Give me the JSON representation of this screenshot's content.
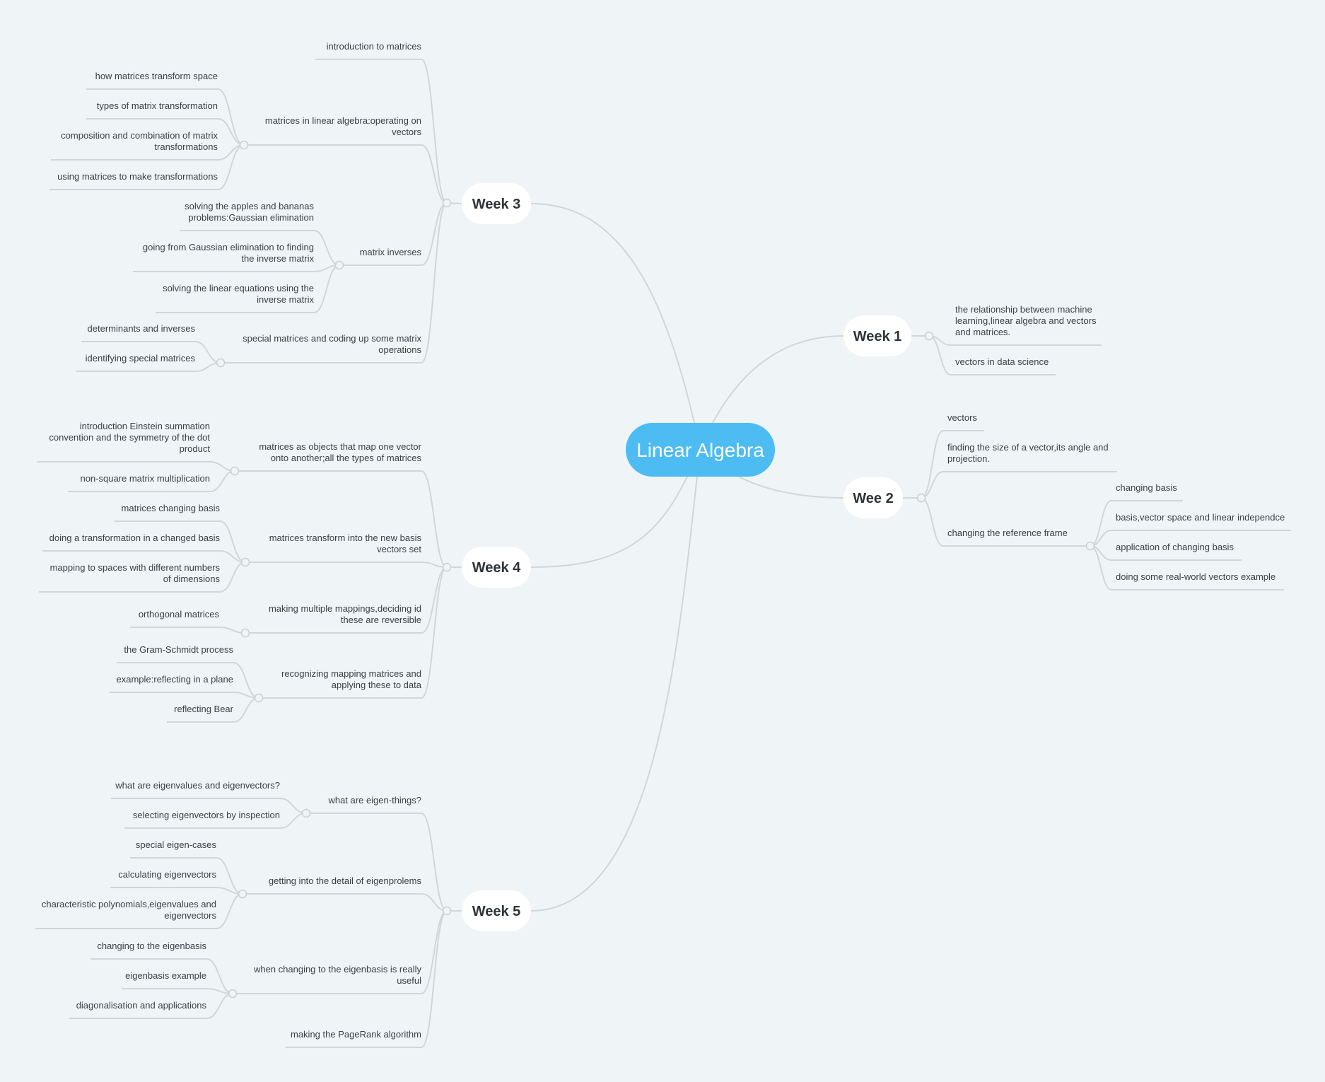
{
  "root": {
    "label": "Linear Algebra"
  },
  "colors": {
    "background": "#eff4f7",
    "root": "#4cbcf3",
    "line": "#d2d6d9",
    "text": "#3c3f44"
  },
  "branches": [
    {
      "key": "week3",
      "label": "Week 3",
      "children": [
        {
          "key": "w3-intro",
          "lines": [
            "introduction to matrices"
          ]
        },
        {
          "key": "w3-operating",
          "lines": [
            "matrices in linear algebra:operating on",
            "vectors"
          ],
          "children": [
            {
              "key": "w3-op-1",
              "lines": [
                "how matrices transform space"
              ]
            },
            {
              "key": "w3-op-2",
              "lines": [
                "types of matrix transformation"
              ]
            },
            {
              "key": "w3-op-3",
              "lines": [
                "composition and combination of matrix",
                "transformations"
              ]
            },
            {
              "key": "w3-op-4",
              "lines": [
                "using matrices to make transformations"
              ]
            }
          ]
        },
        {
          "key": "w3-inverses",
          "lines": [
            "matrix inverses"
          ],
          "children": [
            {
              "key": "w3-inv-1",
              "lines": [
                "solving the apples and bananas",
                "problems:Gaussian elimination"
              ]
            },
            {
              "key": "w3-inv-2",
              "lines": [
                "going from Gaussian elimination to finding",
                "the inverse matrix"
              ]
            },
            {
              "key": "w3-inv-3",
              "lines": [
                "solving the linear equations using the",
                "inverse matrix"
              ]
            }
          ]
        },
        {
          "key": "w3-special",
          "lines": [
            "special matrices and coding up some matrix",
            "operations"
          ],
          "children": [
            {
              "key": "w3-sp-1",
              "lines": [
                "determinants and inverses"
              ]
            },
            {
              "key": "w3-sp-2",
              "lines": [
                "identifying special matrices"
              ]
            }
          ]
        }
      ]
    },
    {
      "key": "week4",
      "label": "Week 4",
      "children": [
        {
          "key": "w4-objects",
          "lines": [
            "matrices as objects that map one vector",
            "onto another;all the types of matrices"
          ],
          "children": [
            {
              "key": "w4-ob-1",
              "lines": [
                "introduction Einstein summation",
                "convention and the symmetry of the dot",
                "product"
              ]
            },
            {
              "key": "w4-ob-2",
              "lines": [
                "non-square matrix multiplication"
              ]
            }
          ]
        },
        {
          "key": "w4-newbasis",
          "lines": [
            "matrices transform into the new basis",
            "vectors set"
          ],
          "children": [
            {
              "key": "w4-nb-1",
              "lines": [
                "matrices changing basis"
              ]
            },
            {
              "key": "w4-nb-2",
              "lines": [
                "doing a transformation in a changed basis"
              ]
            },
            {
              "key": "w4-nb-3",
              "lines": [
                "mapping to spaces with different numbers",
                "of dimensions"
              ]
            }
          ]
        },
        {
          "key": "w4-multiple",
          "lines": [
            "making multiple mappings,deciding id",
            "these are reversible"
          ],
          "children": [
            {
              "key": "w4-mm-1",
              "lines": [
                "orthogonal matrices"
              ]
            }
          ]
        },
        {
          "key": "w4-recognizing",
          "lines": [
            "recognizing mapping matrices and",
            "applying these to data"
          ],
          "children": [
            {
              "key": "w4-rc-1",
              "lines": [
                "the Gram-Schmidt process"
              ]
            },
            {
              "key": "w4-rc-2",
              "lines": [
                "example:reflecting in a plane"
              ]
            },
            {
              "key": "w4-rc-3",
              "lines": [
                "reflecting Bear"
              ]
            }
          ]
        }
      ]
    },
    {
      "key": "week5",
      "label": "Week 5",
      "children": [
        {
          "key": "w5-what",
          "lines": [
            "what are eigen-things?"
          ],
          "children": [
            {
              "key": "w5-wh-1",
              "lines": [
                "what are eigenvalues and eigenvectors?"
              ]
            },
            {
              "key": "w5-wh-2",
              "lines": [
                "selecting eigenvectors by inspection"
              ]
            }
          ]
        },
        {
          "key": "w5-detail",
          "lines": [
            "getting into the detail of eigenprolems"
          ],
          "children": [
            {
              "key": "w5-dt-1",
              "lines": [
                "special eigen-cases"
              ]
            },
            {
              "key": "w5-dt-2",
              "lines": [
                "calculating eigenvectors"
              ]
            },
            {
              "key": "w5-dt-3",
              "lines": [
                "characteristic polynomials,eigenvalues and",
                "eigenvectors"
              ]
            }
          ]
        },
        {
          "key": "w5-eigenbasis",
          "lines": [
            "when changing to the eigenbasis is really",
            "useful"
          ],
          "children": [
            {
              "key": "w5-eb-1",
              "lines": [
                "changing to the eigenbasis"
              ]
            },
            {
              "key": "w5-eb-2",
              "lines": [
                "eigenbasis example"
              ]
            },
            {
              "key": "w5-eb-3",
              "lines": [
                "diagonalisation and applications"
              ]
            }
          ]
        },
        {
          "key": "w5-pagerank",
          "lines": [
            "making the PageRank algorithm"
          ]
        }
      ]
    },
    {
      "key": "week1",
      "label": "Week 1",
      "children": [
        {
          "key": "w1-ml",
          "lines": [
            "the relationship between machine",
            "learning,linear algebra and vectors",
            "and matrices."
          ]
        },
        {
          "key": "w1-ds",
          "lines": [
            "vectors in data science"
          ]
        }
      ]
    },
    {
      "key": "week2",
      "label": "Wee 2",
      "children": [
        {
          "key": "w2-vectors",
          "lines": [
            "vectors"
          ]
        },
        {
          "key": "w2-size",
          "lines": [
            "finding the size of a vector,its angle and",
            "projection."
          ]
        },
        {
          "key": "w2-frame",
          "lines": [
            "changing the reference frame"
          ],
          "children": [
            {
              "key": "w2-fr-1",
              "lines": [
                "changing basis"
              ]
            },
            {
              "key": "w2-fr-2",
              "lines": [
                "basis,vector space and linear independce"
              ]
            },
            {
              "key": "w2-fr-3",
              "lines": [
                "application of changing basis"
              ]
            },
            {
              "key": "w2-fr-4",
              "lines": [
                "doing some real-world vectors example"
              ]
            }
          ]
        }
      ]
    }
  ]
}
